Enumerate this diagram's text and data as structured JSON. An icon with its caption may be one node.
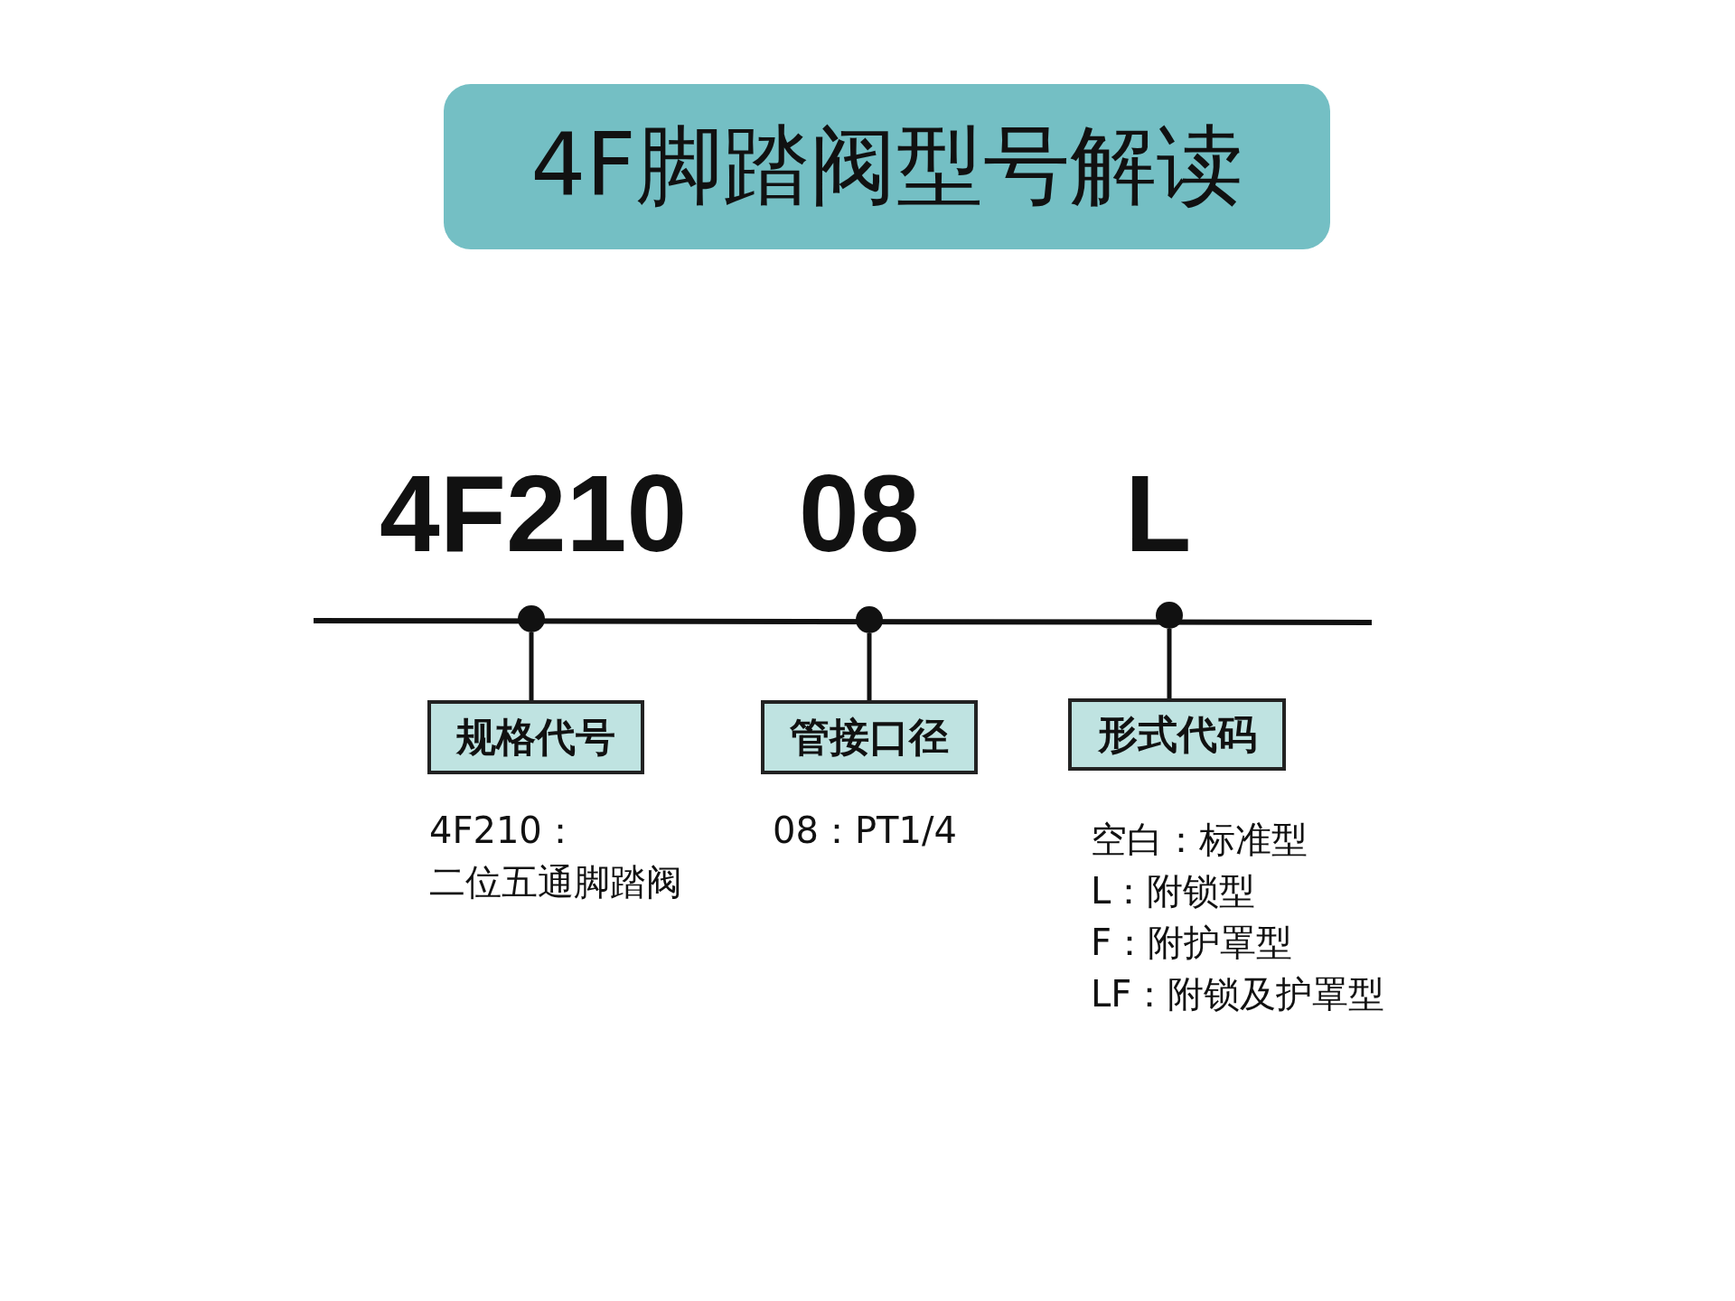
{
  "diagram": {
    "title": "4F脚踏阀型号解读",
    "nodes": [
      {
        "text": [],
        "shape": "circle"
      },
      {
        "text": [],
        "shape": "circle"
      },
      {
        "text": [],
        "shape": "circle"
      },
      {
        "text": [
          "规格代号"
        ],
        "beside": [
          "4F210：",
          "二位五通脚踏阀"
        ]
      },
      {
        "text": [
          "管接口径"
        ],
        "beside": [
          "08：PT1/4"
        ]
      },
      {
        "text": [
          "形式代码"
        ],
        "beside": [
          "空白：标准型",
          "L：附锁型",
          "F：附护罩型",
          "LF：附锁及护罩型"
        ]
      }
    ],
    "edges": [
      {
        "from": 0,
        "to": 3,
        "arrow": "none"
      },
      {
        "from": 1,
        "to": 4,
        "arrow": "none"
      },
      {
        "from": 2,
        "to": 5,
        "arrow": "none"
      }
    ],
    "labels": [
      "4F210",
      "08",
      "L"
    ]
  }
}
